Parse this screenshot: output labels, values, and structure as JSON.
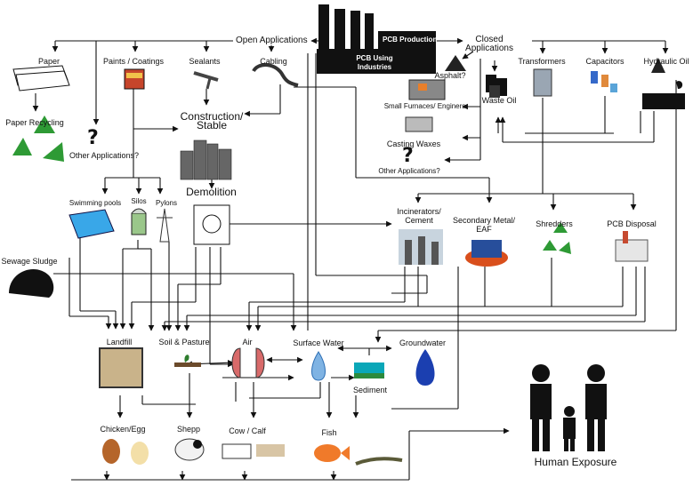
{
  "sources": {
    "open_applications": "Open Applications",
    "factory_top": "PCB Production",
    "factory_bottom": "PCB Using Industries",
    "closed_applications": "Closed Applications"
  },
  "open_uses": {
    "paper": "Paper",
    "paints": "Paints / Coatings",
    "sealants": "Sealants",
    "cabling": "Cabling",
    "paper_recycling": "Paper Recycling",
    "other_applications": "Other Applications?",
    "construction": "Construction/ Stable",
    "demolition": "Demolition",
    "swimming_pools": "Swimming pools",
    "silos": "Silos",
    "pylons": "Pylons",
    "sewage_sludge": "Sewage Sludge"
  },
  "closed_uses": {
    "asphalt": "Asphalt?",
    "transformers": "Transformers",
    "capacitors": "Capacitors",
    "hydraulic_oil": "Hydraulic Oil",
    "small_furnaces": "Small Furnaces/ Enginers",
    "waste_oil": "Waste Oil",
    "casting_waxes": "Casting Waxes",
    "other_applications": "Other Applications?"
  },
  "disposal": {
    "incinerators": "Incinerators/ Cement",
    "secondary_metal": "Secondary Metal/ EAF",
    "shredders": "Shredders",
    "pcb_disposal": "PCB Disposal"
  },
  "environment": {
    "landfill": "Landfill",
    "soil": "Soil & Pasture",
    "air": "Air",
    "surface_water": "Surface Water",
    "groundwater": "Groundwater",
    "sediment": "Sediment"
  },
  "food": {
    "chicken": "Chicken/Egg",
    "sheep": "Shepp",
    "cow": "Cow / Calf",
    "fish": "Fish"
  },
  "human_exposure": "Human Exposure",
  "colors": {
    "recycle_green": "#2e9a35",
    "water_blue": "#2d6fb5",
    "fish_orange": "#f07a2a",
    "lung_pink": "#d86a6a",
    "pool_blue": "#39a7e8"
  }
}
